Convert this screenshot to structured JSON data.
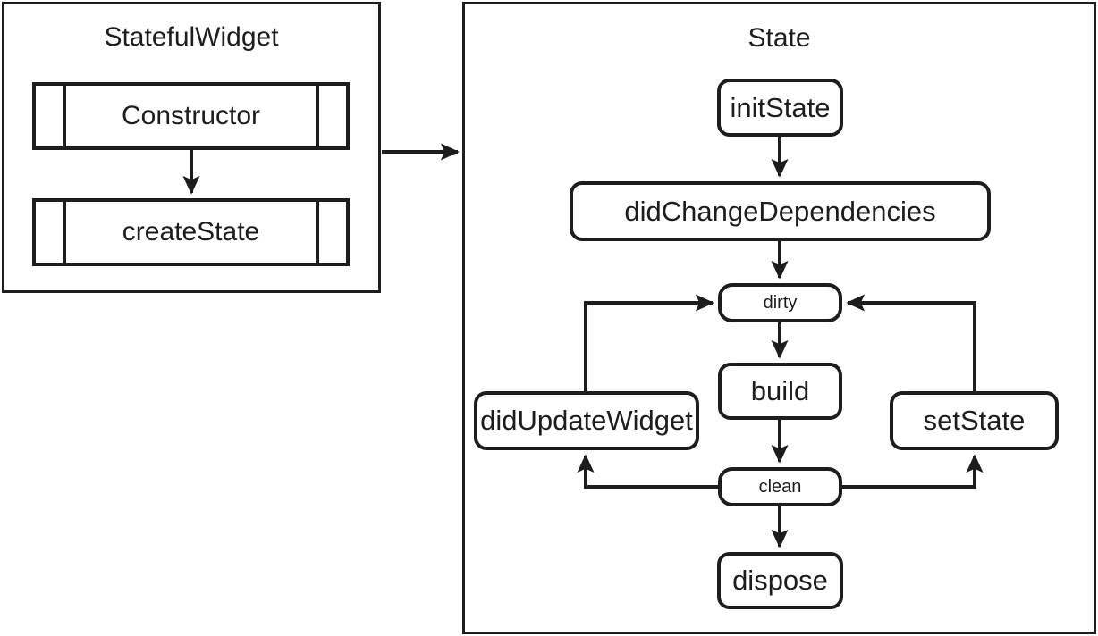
{
  "diagram": {
    "title_left": "StatefulWidget",
    "title_right": "State",
    "stroke_color": "#1d1d1d",
    "background_color": "#ffffff",
    "panels": [
      {
        "name": "StatefulWidget",
        "label": "StatefulWidget"
      },
      {
        "name": "State",
        "label": "State"
      }
    ],
    "stateful_widget": {
      "title": "StatefulWidget",
      "nodes": [
        {
          "id": "constructor",
          "label": "Constructor",
          "shape": "subroutine"
        },
        {
          "id": "createState",
          "label": "createState",
          "shape": "subroutine"
        }
      ],
      "edges": [
        {
          "from": "constructor",
          "to": "createState"
        }
      ]
    },
    "state": {
      "title": "State",
      "nodes": [
        {
          "id": "initState",
          "label": "initState",
          "shape": "rounded"
        },
        {
          "id": "didChangeDependencies",
          "label": "didChangeDependencies",
          "shape": "rounded"
        },
        {
          "id": "dirty",
          "label": "dirty",
          "shape": "rounded-small"
        },
        {
          "id": "build",
          "label": "build",
          "shape": "rounded"
        },
        {
          "id": "didUpdateWidget",
          "label": "didUpdateWidget",
          "shape": "rounded"
        },
        {
          "id": "setState",
          "label": "setState",
          "shape": "rounded"
        },
        {
          "id": "clean",
          "label": "clean",
          "shape": "rounded-small"
        },
        {
          "id": "dispose",
          "label": "dispose",
          "shape": "rounded"
        }
      ],
      "edges": [
        {
          "from": "initState",
          "to": "didChangeDependencies"
        },
        {
          "from": "didChangeDependencies",
          "to": "dirty"
        },
        {
          "from": "dirty",
          "to": "build"
        },
        {
          "from": "build",
          "to": "clean"
        },
        {
          "from": "clean",
          "to": "dispose"
        },
        {
          "from": "clean",
          "to": "didUpdateWidget"
        },
        {
          "from": "clean",
          "to": "setState"
        },
        {
          "from": "didUpdateWidget",
          "to": "dirty"
        },
        {
          "from": "setState",
          "to": "dirty"
        }
      ]
    },
    "cross_panel_edge": {
      "from": "StatefulWidget",
      "to": "State"
    }
  }
}
